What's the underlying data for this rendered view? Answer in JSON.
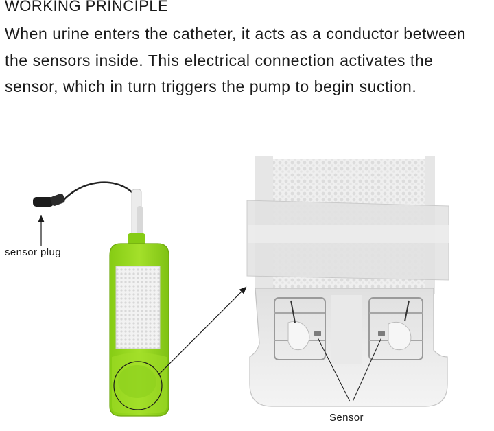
{
  "heading": "WORKING PRINCIPLE",
  "paragraph": "When urine enters the catheter, it acts as a conductor between the sensors inside. This electrical connection activates the sensor, which in turn triggers the pump to begin suction.",
  "labels": {
    "sensor_plug": "sensor plug",
    "sensor": "Sensor"
  },
  "colors": {
    "device_green": "#96d81e",
    "device_dark_green": "#72b012",
    "text": "#1a1a1a"
  }
}
